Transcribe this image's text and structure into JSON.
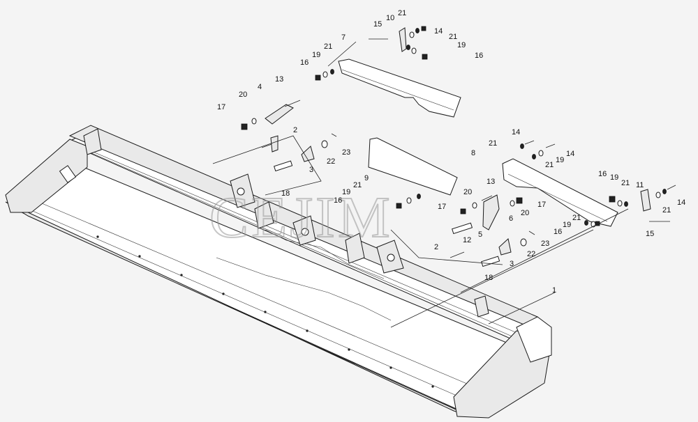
{
  "watermark": "CEJIM",
  "callouts": [
    "1",
    "2",
    "3",
    "4",
    "5",
    "6",
    "7",
    "8",
    "9",
    "10",
    "11",
    "12",
    "13",
    "14",
    "15",
    "16",
    "17",
    "18",
    "19",
    "20",
    "21",
    "22",
    "23"
  ]
}
